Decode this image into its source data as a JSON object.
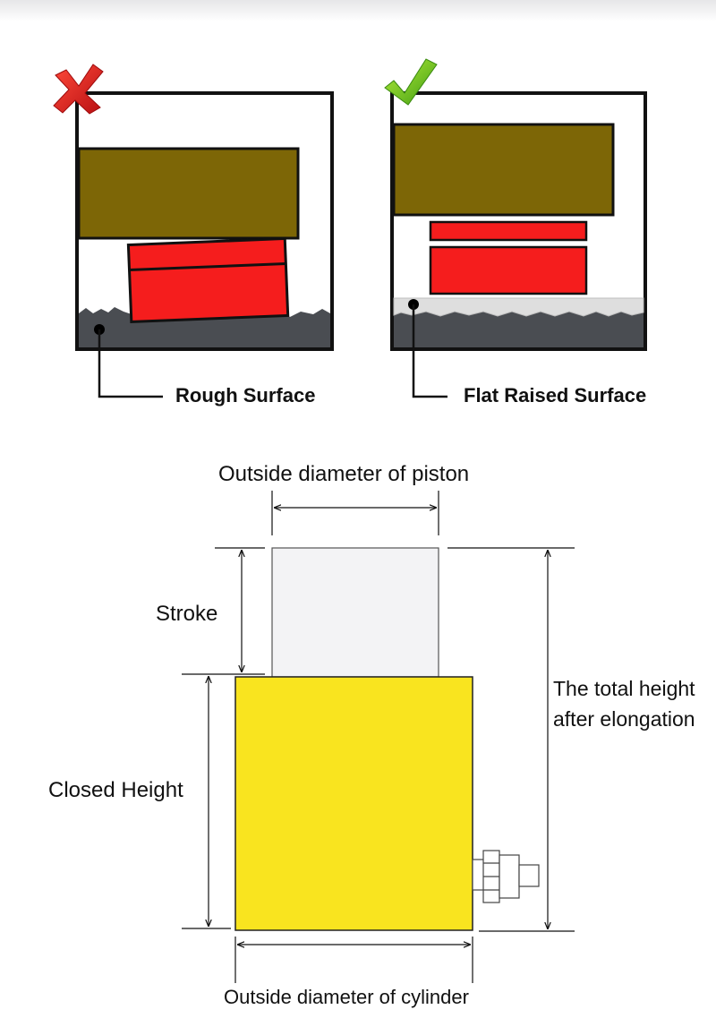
{
  "surface_comparison": {
    "bad": {
      "label": "Rough Surface",
      "mark_icon": "cross-mark-icon"
    },
    "good": {
      "label": "Flat Raised Surface",
      "mark_icon": "check-mark-icon"
    }
  },
  "dimensions": {
    "piston_diameter": "Outside diameter of piston",
    "stroke": "Stroke",
    "closed_height": "Closed Height",
    "total_height_line1": "The total height",
    "total_height_line2": "after elongation",
    "cylinder_diameter": "Outside diameter of cylinder"
  },
  "colors": {
    "load_block": "#7d6606",
    "jack_red": "#f51d1d",
    "ground": "#4a4d52",
    "cylinder_yellow": "#f9e41f",
    "piston_gray": "#f3f3f5",
    "cross_red": "#d8191c",
    "check_green": "#6cc51d"
  }
}
